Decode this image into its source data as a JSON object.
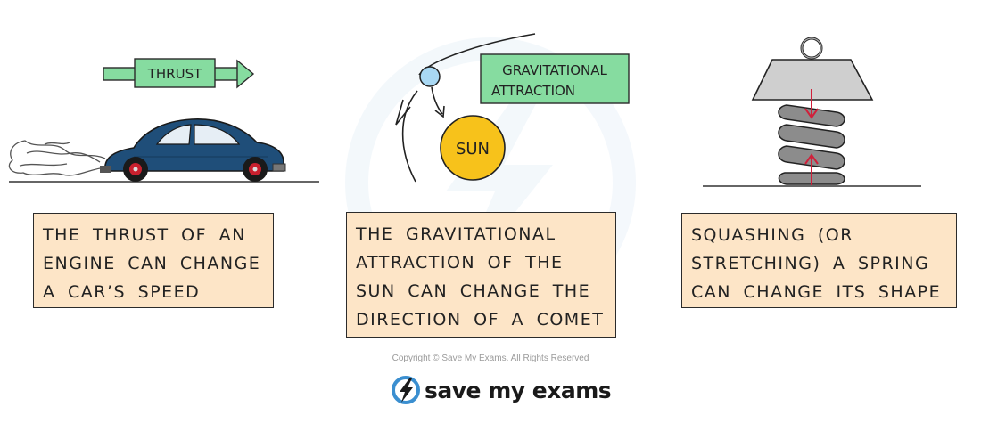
{
  "labels": {
    "thrust": "THRUST",
    "gravity_line1": "GRAVITATIONAL",
    "gravity_line2": "ATTRACTION",
    "sun": "SUN"
  },
  "captions": {
    "car": [
      "THE THRUST OF AN",
      "ENGINE CAN CHANGE",
      "A CAR’S SPEED"
    ],
    "comet": [
      "THE GRAVITATIONAL",
      "ATTRACTION OF THE",
      "SUN CAN CHANGE THE",
      "DIRECTION OF A COMET"
    ],
    "spring": [
      "SQUASHING (OR",
      "STRETCHING) A SPRING",
      "CAN CHANGE ITS SHAPE"
    ]
  },
  "footer": {
    "copyright": "Copyright © Save My Exams. All Rights Reserved",
    "brand": "save my exams"
  },
  "colors": {
    "label_fill": "#86dca0",
    "caption_fill": "#fde5c7",
    "car_body": "#1f4e79",
    "sun": "#f7c21b",
    "comet": "#a9d8f3",
    "arrow_red": "#d0203a",
    "spring_grey": "#8c8c8c"
  }
}
